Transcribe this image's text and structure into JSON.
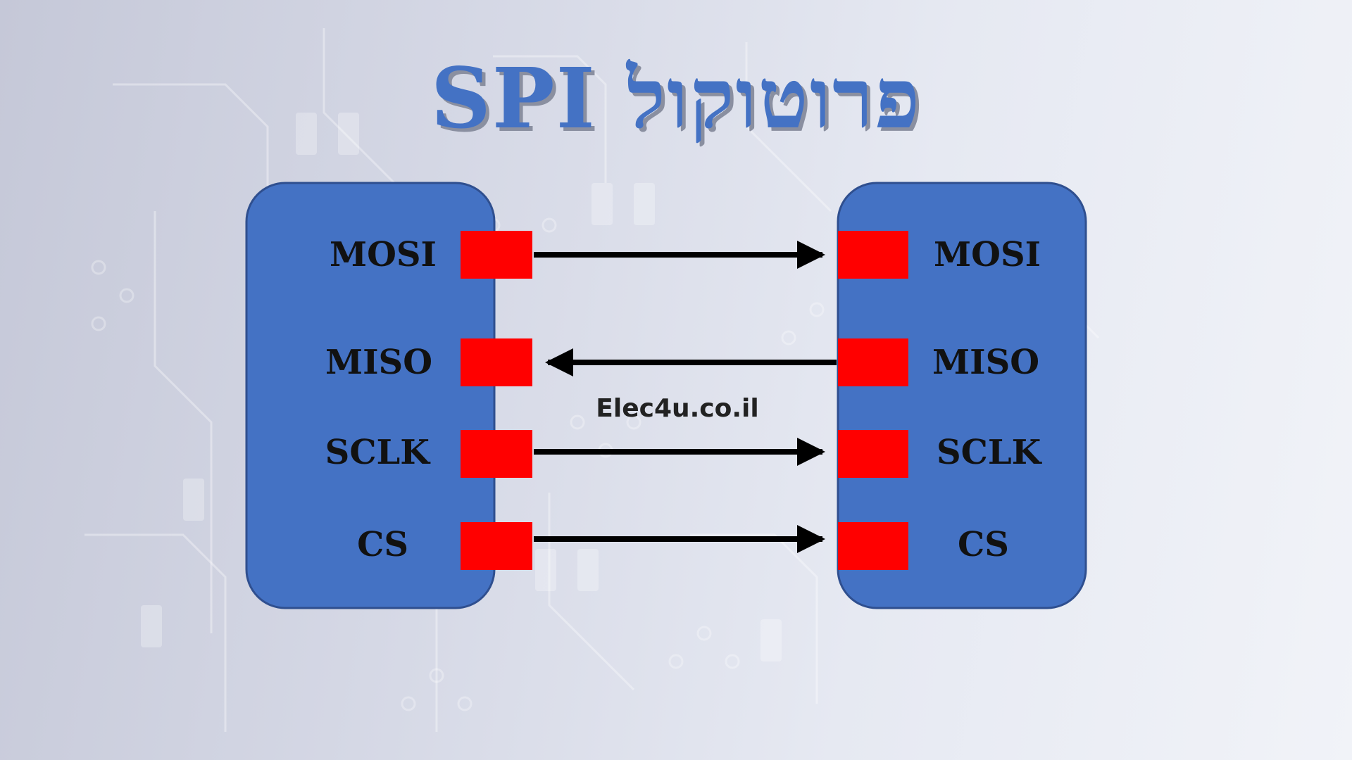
{
  "title": "פרוטוקול SPI",
  "watermark": "Elec4u.co.il",
  "master": {
    "signals": [
      {
        "label": "MOSI"
      },
      {
        "label": "MISO"
      },
      {
        "label": "SCLK"
      },
      {
        "label": "CS"
      }
    ]
  },
  "slave": {
    "signals": [
      {
        "label": "MOSI"
      },
      {
        "label": "MISO"
      },
      {
        "label": "SCLK"
      },
      {
        "label": "CS"
      }
    ]
  },
  "connections": [
    {
      "signal": "MOSI",
      "direction": "master-to-slave"
    },
    {
      "signal": "MISO",
      "direction": "slave-to-master"
    },
    {
      "signal": "SCLK",
      "direction": "master-to-slave"
    },
    {
      "signal": "CS",
      "direction": "master-to-slave"
    }
  ],
  "colors": {
    "chip": "#4472c4",
    "pin": "#ff0000",
    "arrow": "#000000",
    "title": "#4472c4"
  }
}
